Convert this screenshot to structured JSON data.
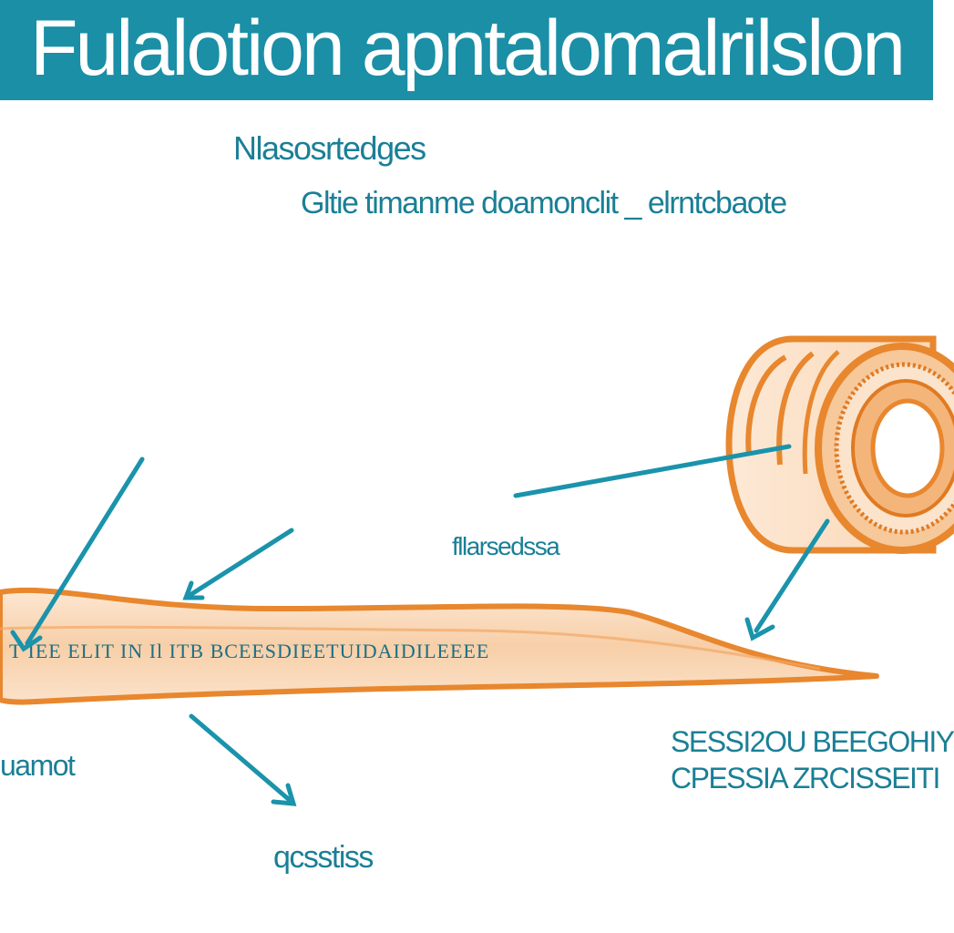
{
  "title": "Fulalotion apntalomalrilslon",
  "subtitle_1": "Nlasosrtedges",
  "subtitle_2": "Gltie timanme doamonclit _ elrntcbaote",
  "labels": {
    "mid": "fllarsedssa",
    "left": "uamot",
    "bottom": "qcsstiss",
    "right_line_1": "SESSI2OU BEEGOHIY",
    "right_line_2": "CPESSIA ZRCISSEITI"
  },
  "rod_text": "T IEE  ELIT IN Il  ITB  BCEESDIEETUIDAIDILEEEE",
  "colors": {
    "header": "#1a8fa6",
    "label": "#1a7f96",
    "arrow": "#1a93ab",
    "tissue_outline": "#e8872e",
    "tissue_fill": "#fbe0c6"
  }
}
